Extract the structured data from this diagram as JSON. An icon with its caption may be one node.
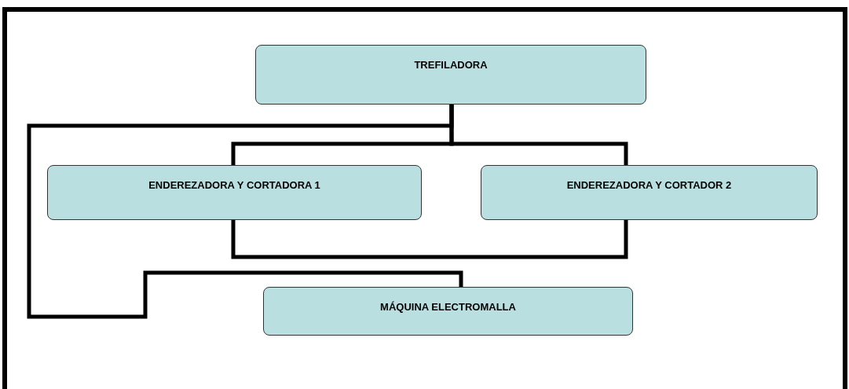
{
  "diagram": {
    "nodes": [
      {
        "text": [
          "TREFILADORA"
        ]
      },
      {
        "text": [
          "ENDEREZADORA Y CORTADORA 1"
        ]
      },
      {
        "text": [
          "ENDEREZADORA Y CORTADOR 2"
        ]
      },
      {
        "text": [
          "MÁQUINA ELECTROMALLA"
        ]
      }
    ],
    "edges": [
      {
        "from": 0,
        "to": 1,
        "arrow": "none"
      },
      {
        "from": 0,
        "to": 2,
        "arrow": "none"
      },
      {
        "from": 0,
        "to": 3,
        "arrow": "none"
      },
      {
        "from": 1,
        "to": 2,
        "arrow": "none"
      }
    ]
  }
}
